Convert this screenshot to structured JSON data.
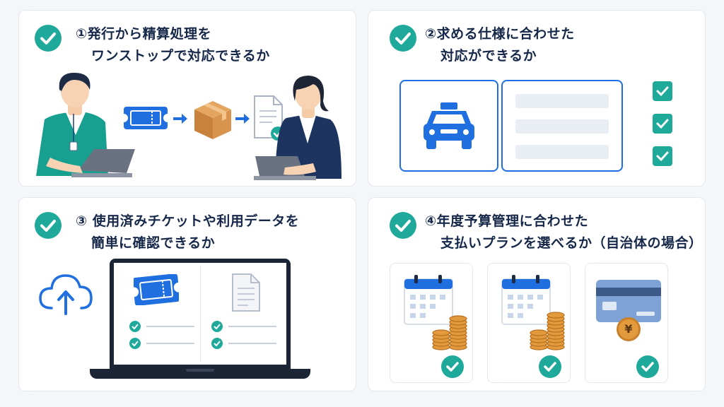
{
  "cards": [
    {
      "title_line1": "①発行から精算処理を",
      "title_line2": "ワンストップで対応できるか"
    },
    {
      "title_line1": "②求める仕様に合わせた",
      "title_line2": "対応ができるか"
    },
    {
      "title_line1": "③ 使用済みチケットや利用データを",
      "title_line2": "簡単に確認できるか"
    },
    {
      "title_line1": "④年度予算管理に合わせた",
      "title_line2": "支払いプランを選べるか（自治体の場合）"
    }
  ],
  "yen_symbol": "¥",
  "colors": {
    "teal": "#1fa99a",
    "blue": "#1f6fe0",
    "navy": "#16284a",
    "coin": "#e39a3c"
  },
  "icons": [
    "check-icon",
    "ticket-icon",
    "package-icon",
    "document-icon",
    "taxi-icon",
    "cloud-upload-icon",
    "laptop-icon",
    "calendar-icon",
    "coin-stack-icon",
    "credit-card-icon",
    "yen-coin-icon"
  ]
}
